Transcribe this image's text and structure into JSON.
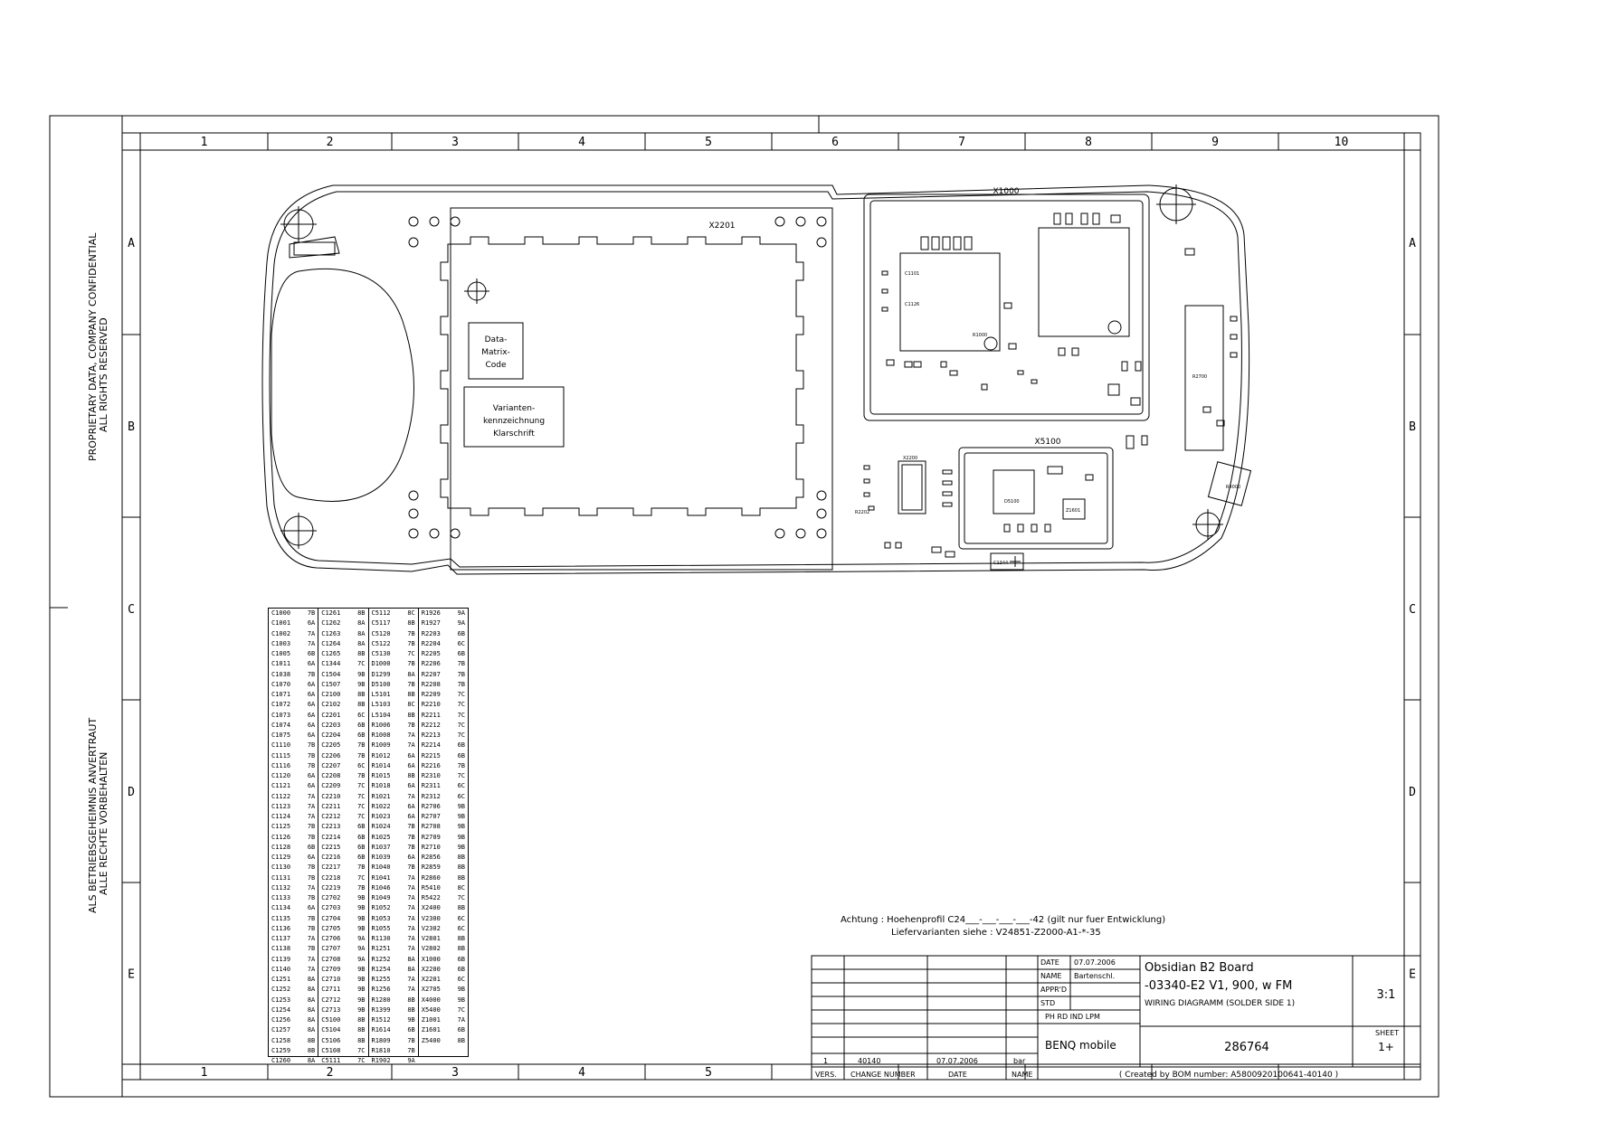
{
  "frame": {
    "columns": [
      "1",
      "2",
      "3",
      "4",
      "5",
      "6",
      "7",
      "8",
      "9",
      "10"
    ],
    "rows": [
      "A",
      "B",
      "C",
      "D",
      "E"
    ],
    "bottom_columns": [
      "1",
      "2",
      "3",
      "4",
      "5"
    ]
  },
  "side_notes": {
    "en_line1": "PROPRIETARY DATA, COMPANY CONFIDENTIAL",
    "en_line2": "ALL RIGHTS RESERVED",
    "de_line1": "ALS BETRIEBSGEHEIMNIS ANVERTRAUT",
    "de_line2": "ALLE RECHTE VORBEHALTEN"
  },
  "board": {
    "left_label": "X2201",
    "top_label": "X1000",
    "shield2_label": "X5100",
    "datamatrix": [
      "Data-",
      "Matrix-",
      "Code"
    ],
    "variant": [
      "Varianten-",
      "kennzeichnung",
      "Klarschrift"
    ],
    "small_labels": [
      "R1000",
      "C1101",
      "C1126",
      "X2200",
      "C1344",
      "D5100",
      "Z1601",
      "R4000",
      "R2700",
      "R2202"
    ]
  },
  "legend": {
    "columns": [
      [
        [
          "C1000",
          "7B"
        ],
        [
          "C1001",
          "6A"
        ],
        [
          "C1002",
          "7A"
        ],
        [
          "C1003",
          "7A"
        ],
        [
          "C1005",
          "6B"
        ],
        [
          "C1011",
          "6A"
        ],
        [
          "C1038",
          "7B"
        ],
        [
          "C1070",
          "6A"
        ],
        [
          "C1071",
          "6A"
        ],
        [
          "C1072",
          "6A"
        ],
        [
          "C1073",
          "6A"
        ],
        [
          "C1074",
          "6A"
        ],
        [
          "C1075",
          "6A"
        ],
        [
          "C1110",
          "7B"
        ],
        [
          "C1115",
          "7B"
        ],
        [
          "C1116",
          "7B"
        ],
        [
          "C1120",
          "6A"
        ],
        [
          "C1121",
          "6A"
        ],
        [
          "C1122",
          "7A"
        ],
        [
          "C1123",
          "7A"
        ],
        [
          "C1124",
          "7A"
        ],
        [
          "C1125",
          "7B"
        ],
        [
          "C1126",
          "7B"
        ],
        [
          "C1128",
          "6B"
        ],
        [
          "C1129",
          "6A"
        ],
        [
          "C1130",
          "7B"
        ],
        [
          "C1131",
          "7B"
        ],
        [
          "C1132",
          "7A"
        ],
        [
          "C1133",
          "7B"
        ],
        [
          "C1134",
          "6A"
        ],
        [
          "C1135",
          "7B"
        ],
        [
          "C1136",
          "7B"
        ],
        [
          "C1137",
          "7A"
        ],
        [
          "C1138",
          "7B"
        ],
        [
          "C1139",
          "7A"
        ],
        [
          "C1140",
          "7A"
        ],
        [
          "C1251",
          "8A"
        ],
        [
          "C1252",
          "8A"
        ],
        [
          "C1253",
          "8A"
        ],
        [
          "C1254",
          "8A"
        ],
        [
          "C1256",
          "8A"
        ],
        [
          "C1257",
          "8A"
        ],
        [
          "C1258",
          "8B"
        ],
        [
          "C1259",
          "8B"
        ],
        [
          "C1260",
          "8A"
        ]
      ],
      [
        [
          "C1261",
          "8B"
        ],
        [
          "C1262",
          "8A"
        ],
        [
          "C1263",
          "8A"
        ],
        [
          "C1264",
          "8A"
        ],
        [
          "C1265",
          "8B"
        ],
        [
          "C1344",
          "7C"
        ],
        [
          "C1504",
          "9B"
        ],
        [
          "C1507",
          "9B"
        ],
        [
          "C2100",
          "8B"
        ],
        [
          "C2102",
          "8B"
        ],
        [
          "C2201",
          "6C"
        ],
        [
          "C2203",
          "6B"
        ],
        [
          "C2204",
          "6B"
        ],
        [
          "C2205",
          "7B"
        ],
        [
          "C2206",
          "7B"
        ],
        [
          "C2207",
          "6C"
        ],
        [
          "C2208",
          "7B"
        ],
        [
          "C2209",
          "7C"
        ],
        [
          "C2210",
          "7C"
        ],
        [
          "C2211",
          "7C"
        ],
        [
          "C2212",
          "7C"
        ],
        [
          "C2213",
          "6B"
        ],
        [
          "C2214",
          "6B"
        ],
        [
          "C2215",
          "6B"
        ],
        [
          "C2216",
          "6B"
        ],
        [
          "C2217",
          "7B"
        ],
        [
          "C2218",
          "7C"
        ],
        [
          "C2219",
          "7B"
        ],
        [
          "C2702",
          "9B"
        ],
        [
          "C2703",
          "9B"
        ],
        [
          "C2704",
          "9B"
        ],
        [
          "C2705",
          "9B"
        ],
        [
          "C2706",
          "9A"
        ],
        [
          "C2707",
          "9A"
        ],
        [
          "C2708",
          "9A"
        ],
        [
          "C2709",
          "9B"
        ],
        [
          "C2710",
          "9B"
        ],
        [
          "C2711",
          "9B"
        ],
        [
          "C2712",
          "9B"
        ],
        [
          "C2713",
          "9B"
        ],
        [
          "C5100",
          "8B"
        ],
        [
          "C5104",
          "8B"
        ],
        [
          "C5106",
          "8B"
        ],
        [
          "C5108",
          "7C"
        ],
        [
          "C5111",
          "7C"
        ]
      ],
      [
        [
          "C5112",
          "8C"
        ],
        [
          "C5117",
          "8B"
        ],
        [
          "C5120",
          "7B"
        ],
        [
          "C5122",
          "7B"
        ],
        [
          "C5130",
          "7C"
        ],
        [
          "D1000",
          "7B"
        ],
        [
          "D1299",
          "8A"
        ],
        [
          "D5100",
          "7B"
        ],
        [
          "L5101",
          "8B"
        ],
        [
          "L5103",
          "8C"
        ],
        [
          "L5104",
          "8B"
        ],
        [
          "R1006",
          "7B"
        ],
        [
          "R1008",
          "7A"
        ],
        [
          "R1009",
          "7A"
        ],
        [
          "R1012",
          "6A"
        ],
        [
          "R1014",
          "6A"
        ],
        [
          "R1015",
          "8B"
        ],
        [
          "R1018",
          "6A"
        ],
        [
          "R1021",
          "7A"
        ],
        [
          "R1022",
          "6A"
        ],
        [
          "R1023",
          "6A"
        ],
        [
          "R1024",
          "7B"
        ],
        [
          "R1025",
          "7B"
        ],
        [
          "R1037",
          "7B"
        ],
        [
          "R1039",
          "6A"
        ],
        [
          "R1040",
          "7B"
        ],
        [
          "R1041",
          "7A"
        ],
        [
          "R1046",
          "7A"
        ],
        [
          "R1049",
          "7A"
        ],
        [
          "R1052",
          "7A"
        ],
        [
          "R1053",
          "7A"
        ],
        [
          "R1055",
          "7A"
        ],
        [
          "R1130",
          "7A"
        ],
        [
          "R1251",
          "7A"
        ],
        [
          "R1252",
          "8A"
        ],
        [
          "R1254",
          "8A"
        ],
        [
          "R1255",
          "7A"
        ],
        [
          "R1256",
          "7A"
        ],
        [
          "R1280",
          "8B"
        ],
        [
          "R1399",
          "8B"
        ],
        [
          "R1512",
          "9B"
        ],
        [
          "R1614",
          "6B"
        ],
        [
          "R1809",
          "7B"
        ],
        [
          "R1810",
          "7B"
        ],
        [
          "R1902",
          "9A"
        ]
      ],
      [
        [
          "R1926",
          "9A"
        ],
        [
          "R1927",
          "9A"
        ],
        [
          "R2203",
          "6B"
        ],
        [
          "R2204",
          "6C"
        ],
        [
          "R2205",
          "6B"
        ],
        [
          "R2206",
          "7B"
        ],
        [
          "R2207",
          "7B"
        ],
        [
          "R2208",
          "7B"
        ],
        [
          "R2209",
          "7C"
        ],
        [
          "R2210",
          "7C"
        ],
        [
          "R2211",
          "7C"
        ],
        [
          "R2212",
          "7C"
        ],
        [
          "R2213",
          "7C"
        ],
        [
          "R2214",
          "6B"
        ],
        [
          "R2215",
          "6B"
        ],
        [
          "R2216",
          "7B"
        ],
        [
          "R2310",
          "7C"
        ],
        [
          "R2311",
          "6C"
        ],
        [
          "R2312",
          "6C"
        ],
        [
          "R2706",
          "9B"
        ],
        [
          "R2707",
          "9B"
        ],
        [
          "R2708",
          "9B"
        ],
        [
          "R2709",
          "9B"
        ],
        [
          "R2710",
          "9B"
        ],
        [
          "R2856",
          "8B"
        ],
        [
          "R2859",
          "8B"
        ],
        [
          "R2860",
          "8B"
        ],
        [
          "R5410",
          "8C"
        ],
        [
          "R5422",
          "7C"
        ],
        [
          "X2400",
          "8B"
        ],
        [
          "V2300",
          "6C"
        ],
        [
          "V2302",
          "6C"
        ],
        [
          "V2801",
          "8B"
        ],
        [
          "V2802",
          "8B"
        ],
        [
          "X1000",
          "6B"
        ],
        [
          "X2200",
          "6B"
        ],
        [
          "X2201",
          "6C"
        ],
        [
          "X2705",
          "9B"
        ],
        [
          "X4000",
          "9B"
        ],
        [
          "X5400",
          "7C"
        ],
        [
          "Z1001",
          "7A"
        ],
        [
          "Z1601",
          "6B"
        ],
        [
          "Z5400",
          "8B"
        ],
        [
          "",
          ""
        ],
        [
          "",
          ""
        ]
      ]
    ]
  },
  "note": {
    "line1": "Achtung : Hoehenprofil C24___-___-___-___-42 (gilt nur fuer Entwicklung)",
    "line2": "Liefervarianten siehe : V24851-Z2000-A1-*-35"
  },
  "titleblock": {
    "date_label": "DATE",
    "date_value": "07.07.2006",
    "name_label": "NAME",
    "name_value": "Bartenschl.",
    "appr_label": "APPR'D",
    "std_label": "STD",
    "dept": "PH RD IND LPM",
    "title1": "Obsidian B2 Board",
    "title2": "-03340-E2 V1, 900, w FM",
    "title3": "WIRING DIAGRAMM (SOLDER SIDE 1)",
    "scale": "3:1",
    "company": "BENQ mobile",
    "doc_number": "286764",
    "sheet_label": "SHEET",
    "sheet_value": "1+",
    "rev_vers": "1",
    "rev_change": "40140",
    "rev_date": "07.07.2006",
    "rev_name": "bar",
    "h_vers": "VERS.",
    "h_change": "CHANGE NUMBER",
    "h_date": "DATE",
    "h_name": "NAME",
    "created_by": "( Created by BOM number: A5800920100641-40140 )"
  }
}
